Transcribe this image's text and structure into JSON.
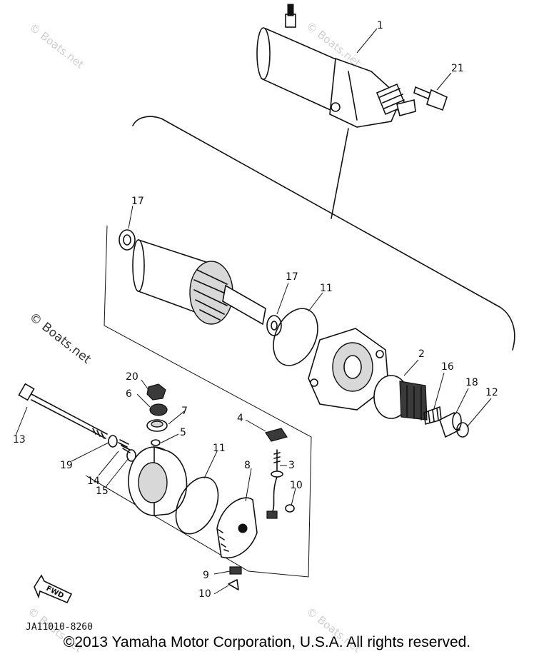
{
  "diagram": {
    "part_numbers": [
      "1",
      "21",
      "17",
      "17",
      "11",
      "2",
      "16",
      "18",
      "12",
      "20",
      "6",
      "7",
      "5",
      "4",
      "3",
      "13",
      "19",
      "14",
      "15",
      "11",
      "8",
      "10",
      "9",
      "10"
    ],
    "drawing_code": "JA11010-8260",
    "watermarks": [
      "© Boats.net",
      "© Boats.net",
      "© Boats.net",
      "© Boats.net",
      "© Boats.net"
    ],
    "fwd_label": "FWD"
  },
  "footer": {
    "copyright": "©2013 Yamaha Motor Corporation, U.S.A. All rights reserved."
  }
}
